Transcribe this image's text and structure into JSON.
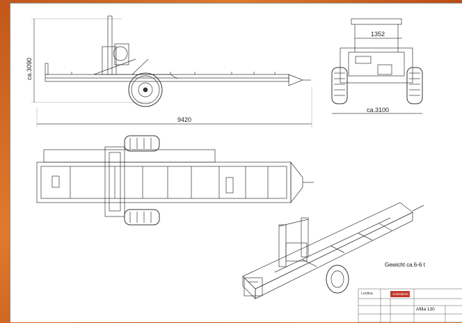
{
  "drawing": {
    "dim_height": "ca.3090",
    "dim_length": "9420",
    "dim_top_width": "1352",
    "dim_width": "ca.3100",
    "weight_note": "Gewicht ca.6-6 t"
  },
  "title_block": {
    "logo_text": "SVENMAN",
    "name_label": "Lordina",
    "title": "Afilla 130"
  }
}
